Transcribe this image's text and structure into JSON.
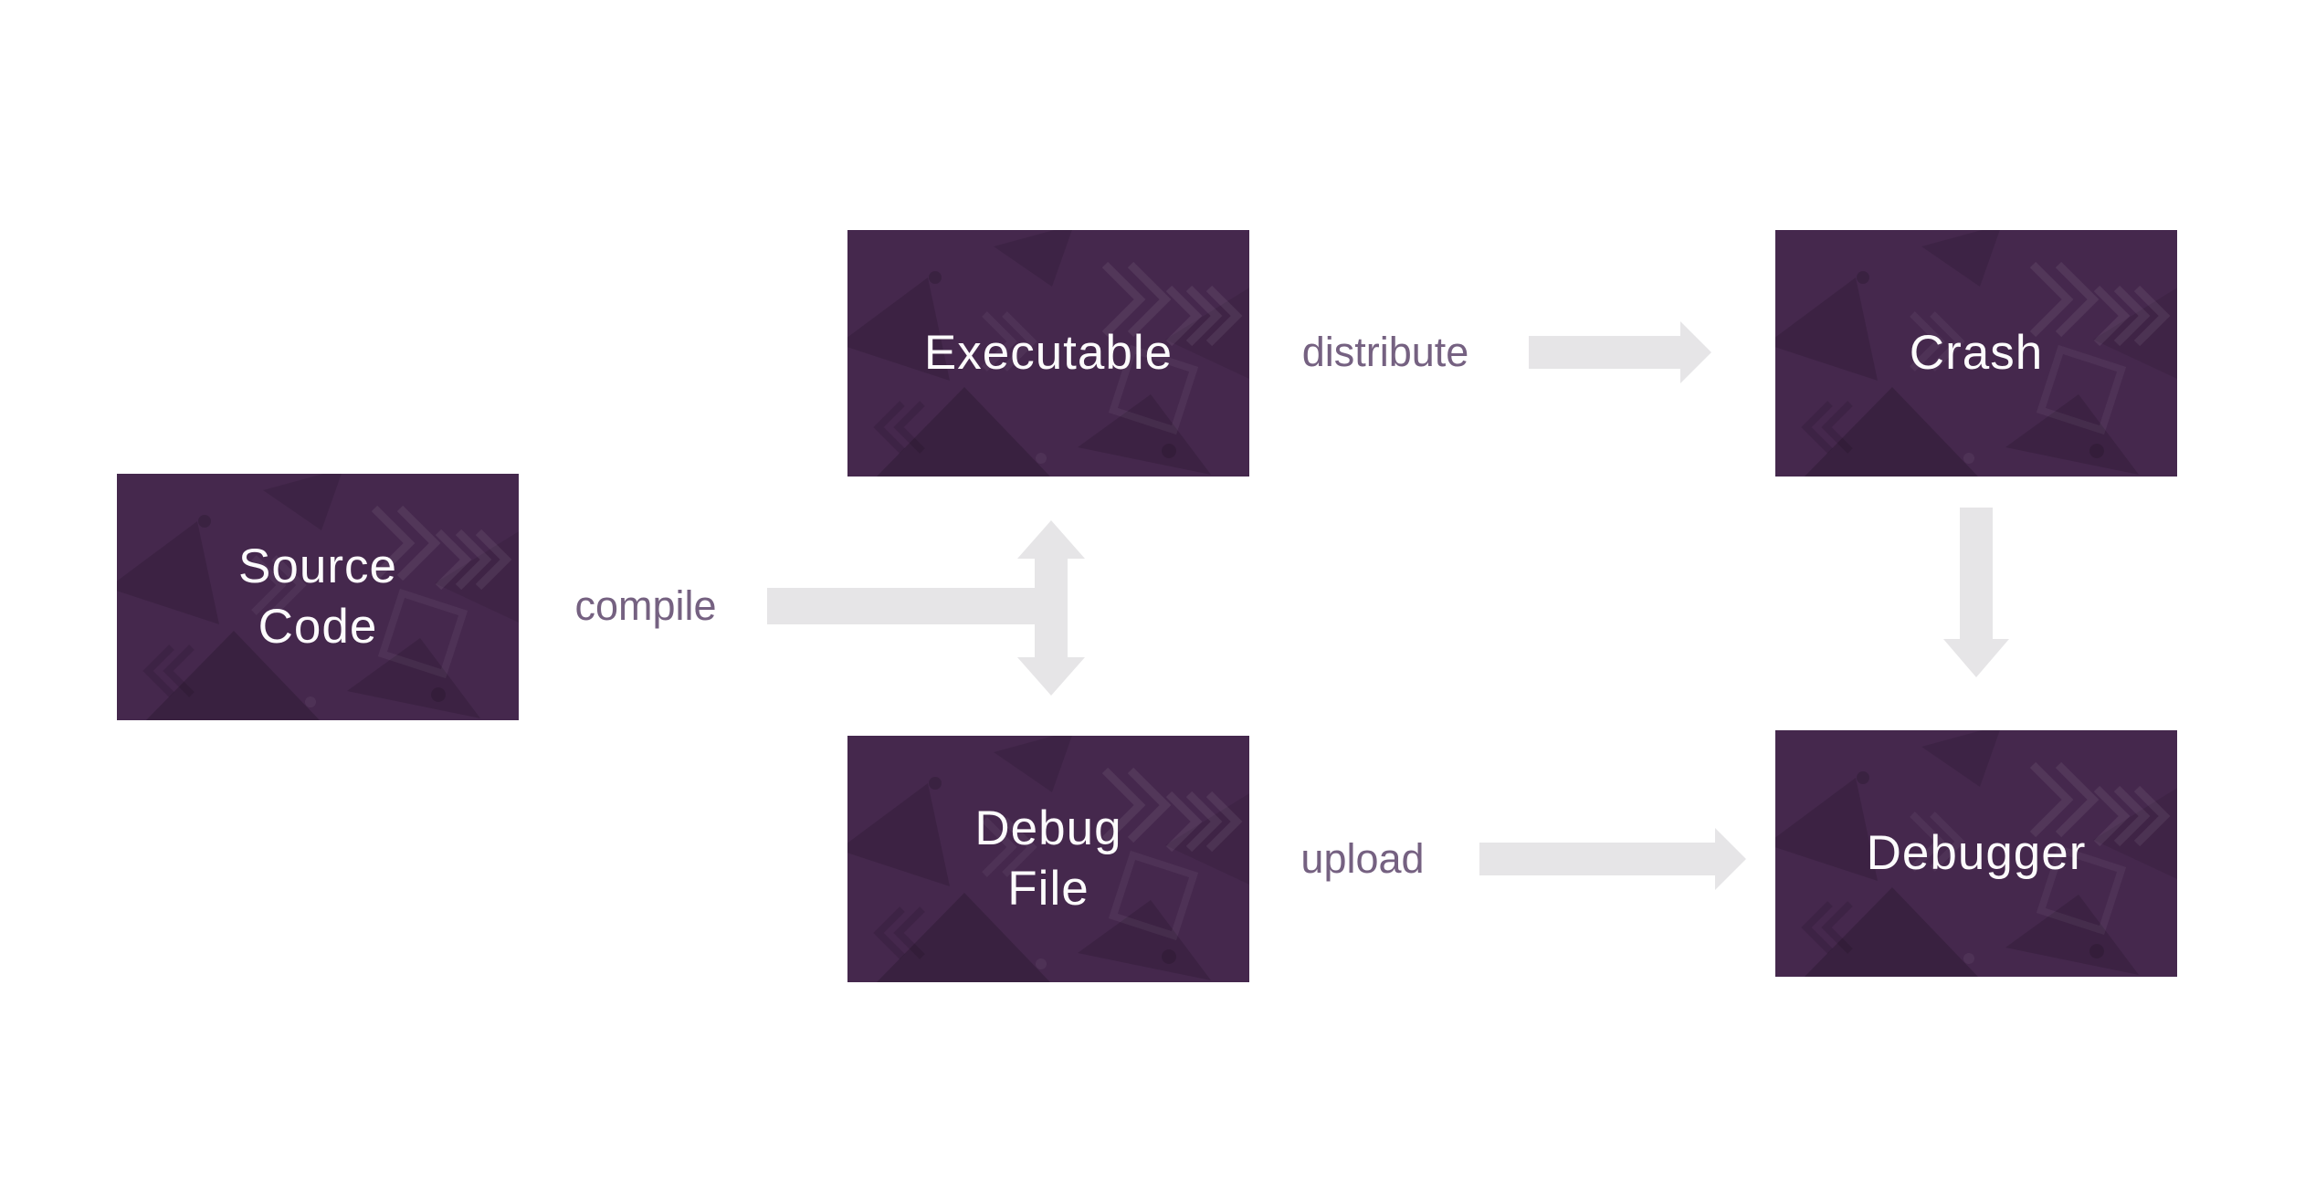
{
  "diagram": {
    "nodes": [
      {
        "id": "source-code",
        "label": "Source\nCode"
      },
      {
        "id": "executable",
        "label": "Executable"
      },
      {
        "id": "crash",
        "label": "Crash"
      },
      {
        "id": "debug-file",
        "label": "Debug\nFile"
      },
      {
        "id": "debugger",
        "label": "Debugger"
      }
    ],
    "edges": [
      {
        "id": "compile",
        "label": "compile",
        "from": "source-code",
        "to": "executable, debug-file",
        "shape": "t-junction-vertical-double-arrow"
      },
      {
        "id": "distribute",
        "label": "distribute",
        "from": "executable",
        "to": "crash",
        "shape": "right-block-arrow"
      },
      {
        "id": "upload",
        "label": "upload",
        "from": "debug-file",
        "to": "debugger",
        "shape": "right-block-arrow"
      },
      {
        "id": "crash-to-debugger",
        "label": "",
        "from": "crash",
        "to": "debugger",
        "shape": "down-block-arrow"
      }
    ]
  },
  "colors": {
    "canvas_bg": "#ffffff",
    "node_fill": "#45284d",
    "node_text": "#fcfbfc",
    "connector": "#e6e5e7",
    "edge_label": "#756181"
  }
}
